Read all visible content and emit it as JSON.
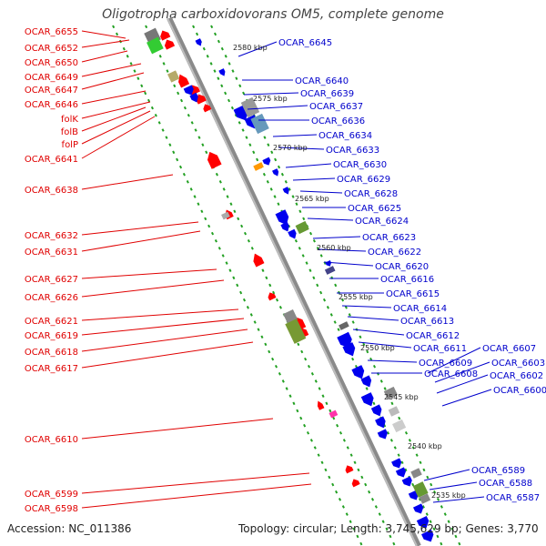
{
  "title": "Oligotropha carboxidovorans OM5, complete genome",
  "footer": {
    "accession": "Accession: NC_011386",
    "summary": "Topology: circular; Length: 3,745,629 bp; Genes: 3,770"
  },
  "kbp_ticks": [
    "2580 kbp",
    "2575 kbp",
    "2570 kbp",
    "2565 kbp",
    "2560 kbp",
    "2555 kbp",
    "2550 kbp",
    "2545 kbp",
    "2540 kbp",
    "2535 kbp"
  ],
  "left_labels": [
    "OCAR_6655",
    "OCAR_6652",
    "OCAR_6650",
    "OCAR_6649",
    "OCAR_6647",
    "OCAR_6646",
    "folK",
    "folB",
    "folP",
    "OCAR_6641",
    "OCAR_6638",
    "OCAR_6632",
    "OCAR_6631",
    "OCAR_6627",
    "OCAR_6626",
    "OCAR_6621",
    "OCAR_6619",
    "OCAR_6618",
    "OCAR_6617",
    "OCAR_6610",
    "OCAR_6599",
    "OCAR_6598"
  ],
  "right_labels": [
    "OCAR_6645",
    "OCAR_6640",
    "OCAR_6639",
    "OCAR_6637",
    "OCAR_6636",
    "OCAR_6634",
    "OCAR_6633",
    "OCAR_6630",
    "OCAR_6629",
    "OCAR_6628",
    "OCAR_6625",
    "OCAR_6624",
    "OCAR_6623",
    "OCAR_6622",
    "OCAR_6620",
    "OCAR_6616",
    "OCAR_6615",
    "OCAR_6614",
    "OCAR_6613",
    "OCAR_6612",
    "OCAR_6611",
    "OCAR_6609",
    "OCAR_6608",
    "OCAR_6607",
    "OCAR_6603",
    "OCAR_6602",
    "OCAR_6600",
    "OCAR_6589",
    "OCAR_6588",
    "OCAR_6587"
  ],
  "colors": {
    "left_label": "#e00000",
    "right_label": "#0000cc",
    "forward_gene": "#ff0000",
    "reverse_gene": "#0000ee",
    "track_dots": "#22a022",
    "backbone": "#8c8c8c"
  }
}
